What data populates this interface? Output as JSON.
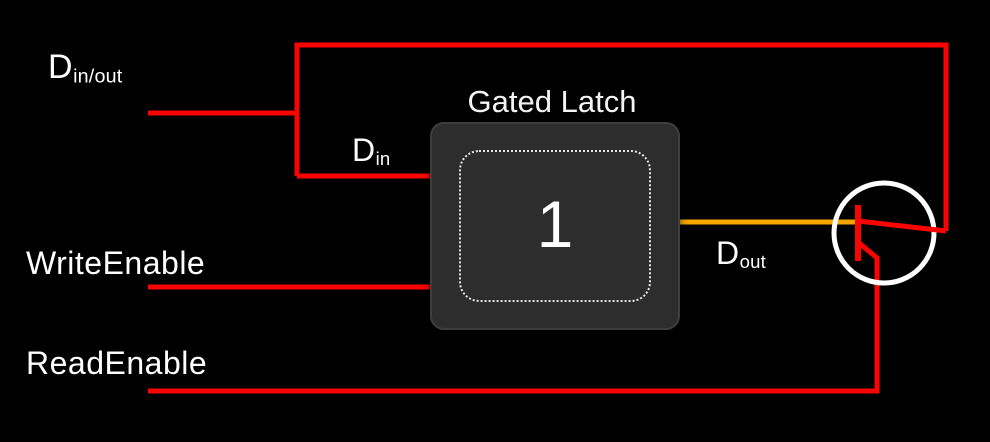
{
  "title": "Gated Latch",
  "labels": {
    "din_out": {
      "base": "D",
      "sub": "in/out"
    },
    "din": {
      "base": "D",
      "sub": "in"
    },
    "dout": {
      "base": "D",
      "sub": "out"
    },
    "write_enable": "WriteEnable",
    "read_enable": "ReadEnable"
  },
  "latch": {
    "value": "1"
  },
  "colors": {
    "background": "#000000",
    "wire_red": "#fb0300",
    "wire_orange": "#f7a600",
    "transistor_outline": "#ffffff",
    "box_fill": "#2d2d2d",
    "box_border": "#3e3e3e",
    "text": "#ffffff"
  }
}
